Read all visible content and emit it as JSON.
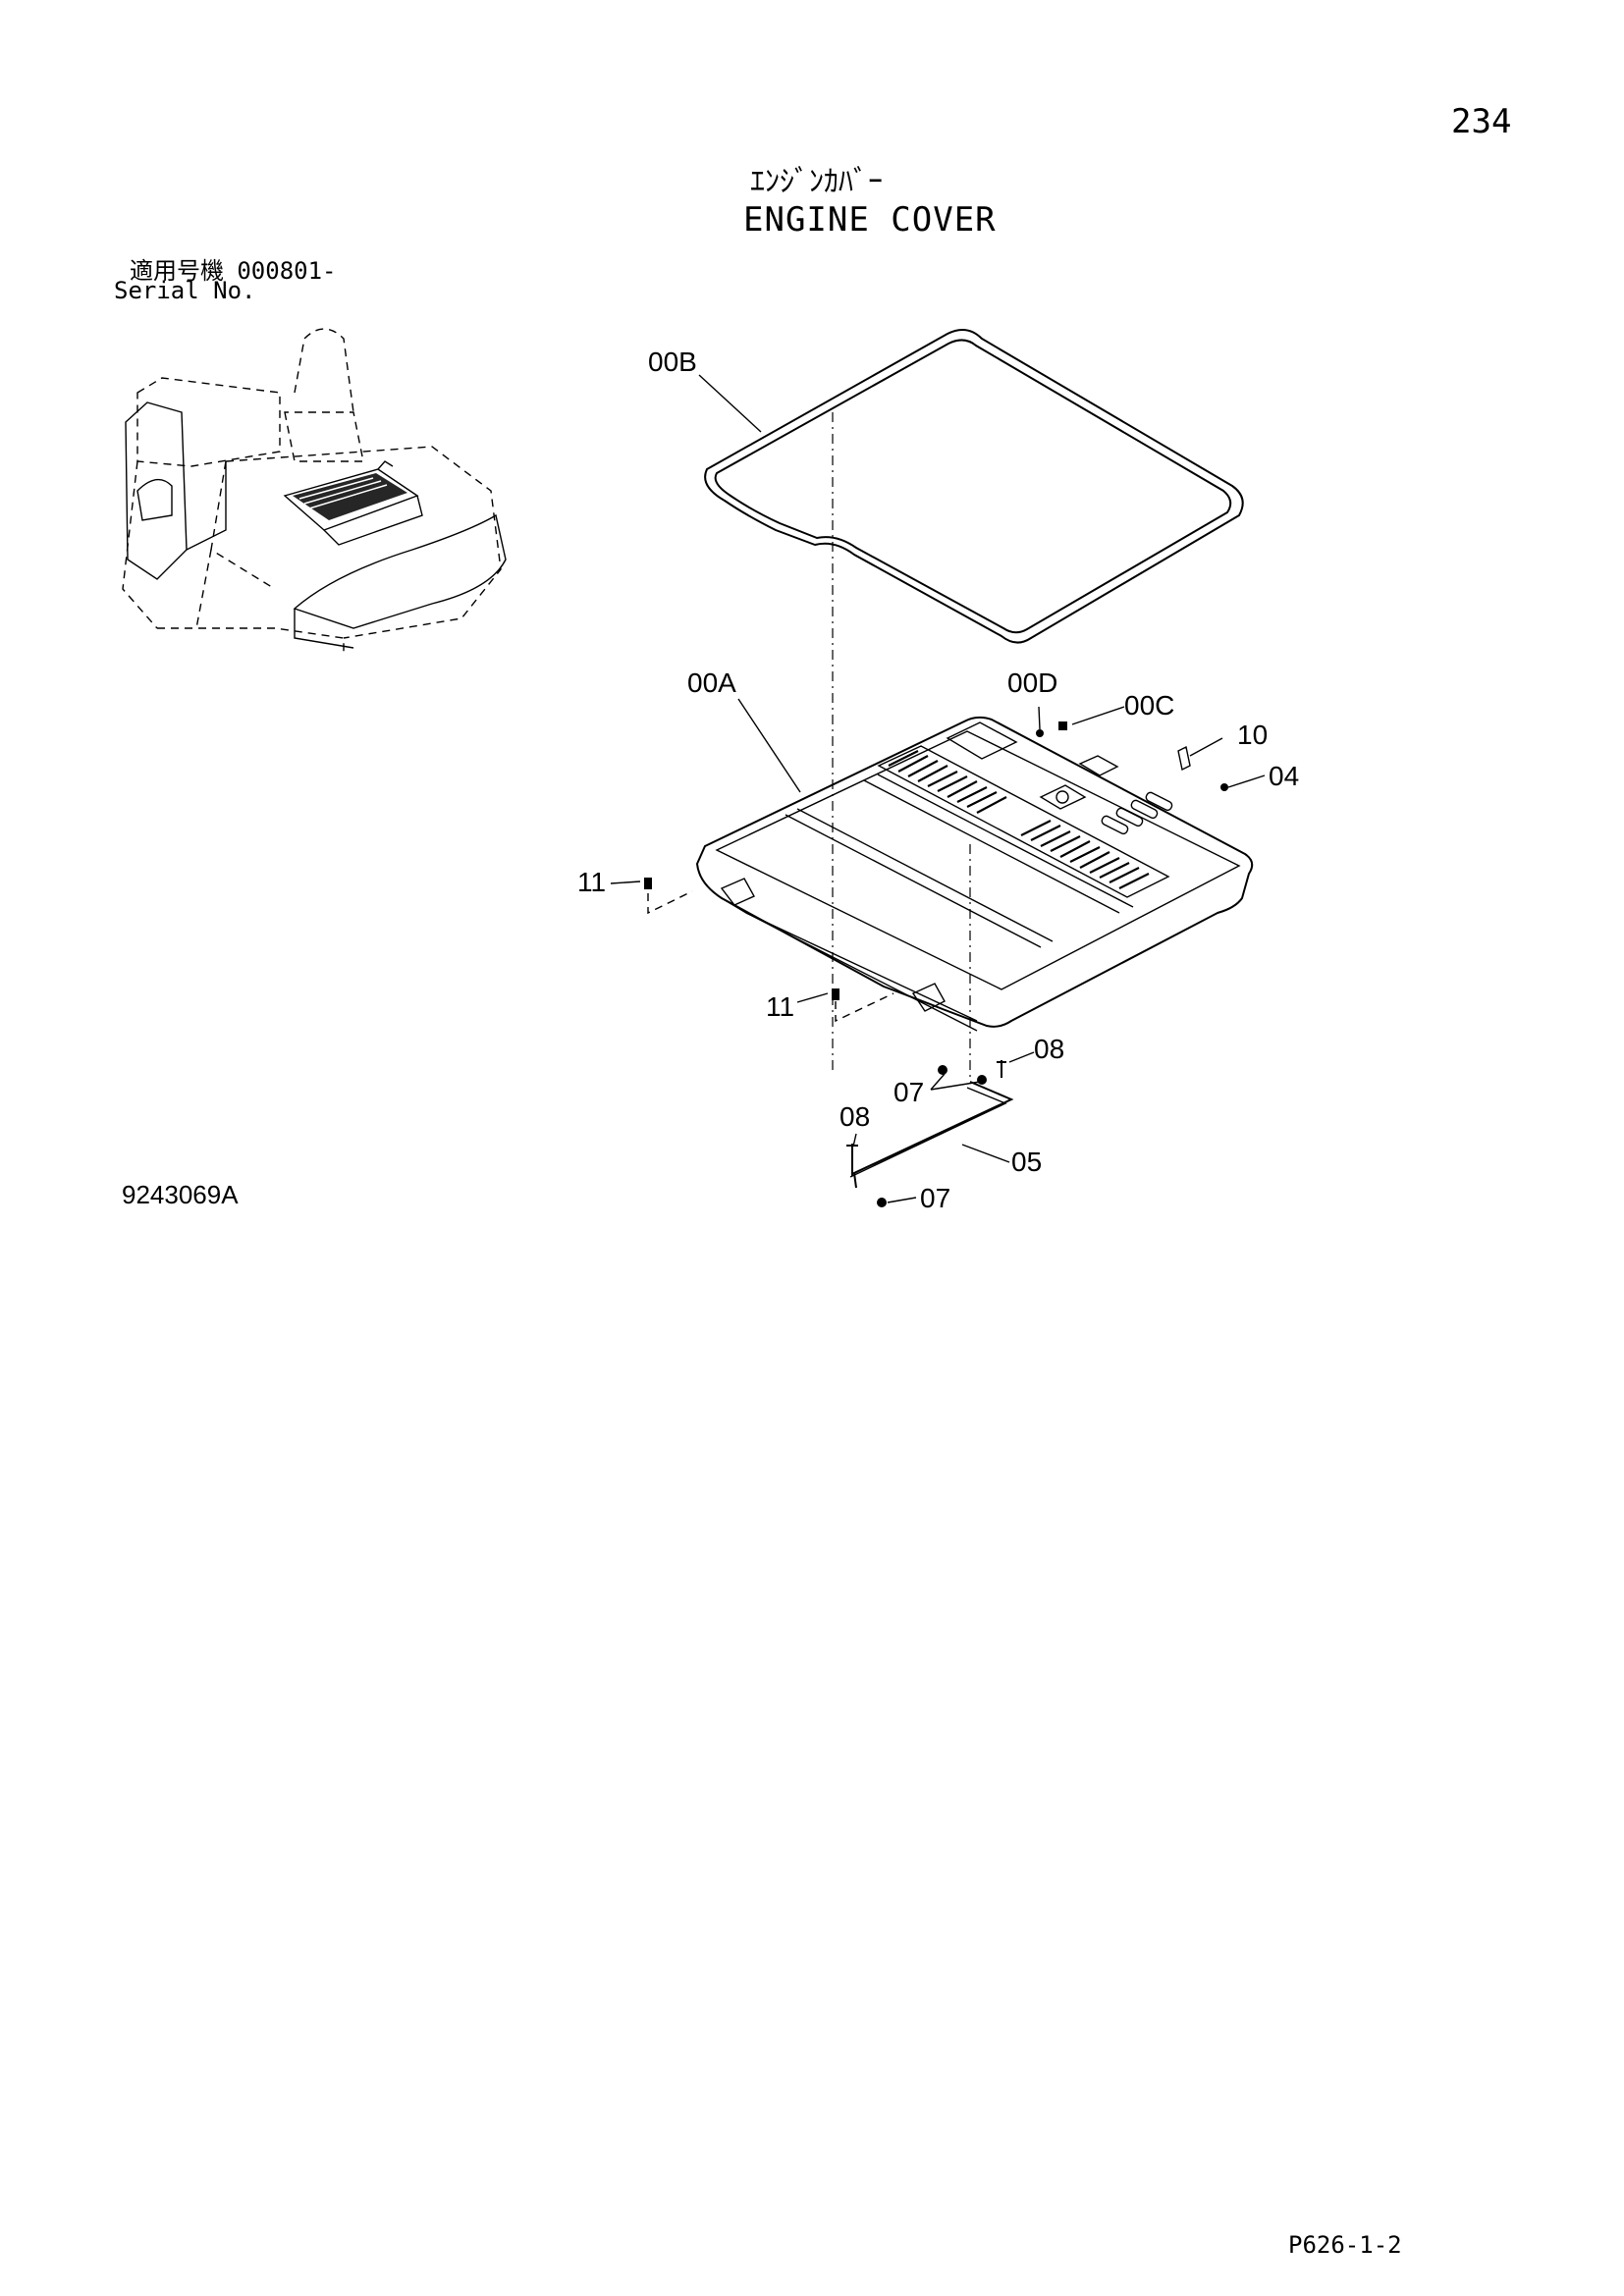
{
  "header": {
    "page_number": "234",
    "title_jp": "ｴﾝｼﾞﾝｶﾊﾞｰ",
    "title_en": "ENGINE COVER"
  },
  "serial": {
    "label_jp": "適用号機",
    "value": "000801-",
    "label_en": "Serial No."
  },
  "drawing_number": "9243069A",
  "page_ref": "P626-1-2",
  "callouts": {
    "seal": "00B",
    "cover": "00A",
    "part_00d": "00D",
    "part_00c": "00C",
    "part_10": "10",
    "part_04": "04",
    "bolt_left": "11",
    "bolt_bottom": "11",
    "part_08_right": "08",
    "part_07_upper": "07",
    "part_08_left": "08",
    "part_05": "05",
    "part_07_lower": "07"
  }
}
